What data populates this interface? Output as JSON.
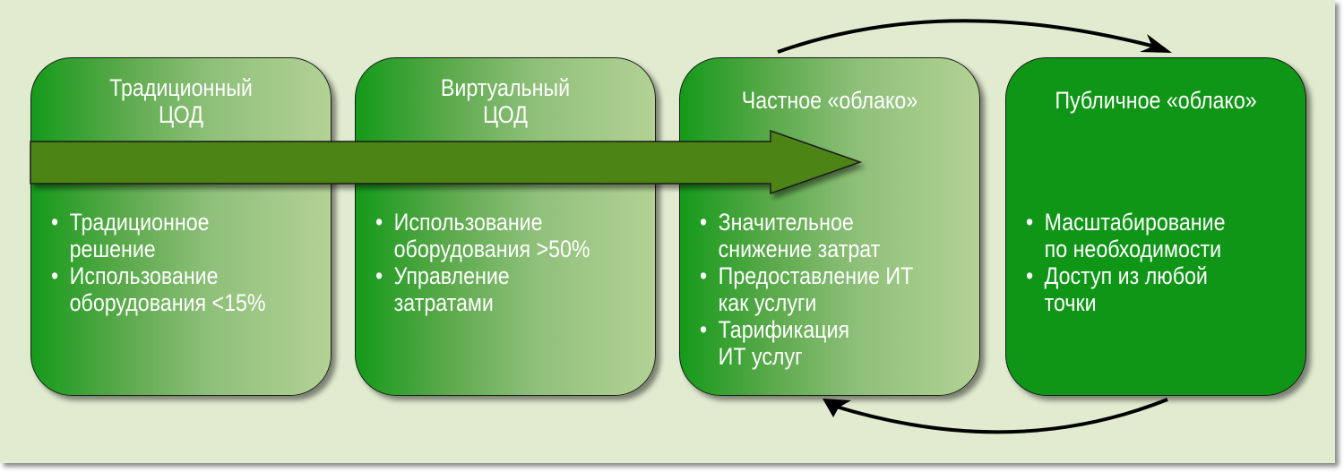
{
  "stages": [
    {
      "title": "Традиционный\nЦОД",
      "bullets": [
        "Традиционное\nрешение",
        "Использование\nоборудования <15%"
      ]
    },
    {
      "title": "Виртуальный\nЦОД",
      "bullets": [
        "Использование\nоборудования >50%",
        "Управление\nзатратами"
      ]
    },
    {
      "title": "Частное «облако»",
      "bullets": [
        "Значительное\nснижение затрат",
        "Предоставление ИТ\nкак услуги",
        "Тарификация\nИТ услуг"
      ]
    },
    {
      "title": "Публичное «облако»",
      "bullets": [
        "Масштабирование\nпо необходимости",
        "Доступ из любой\nточки"
      ]
    }
  ],
  "colors": {
    "background": "#e0ebcf",
    "arrow": "#4e8412",
    "public_box": "#0f9617"
  }
}
